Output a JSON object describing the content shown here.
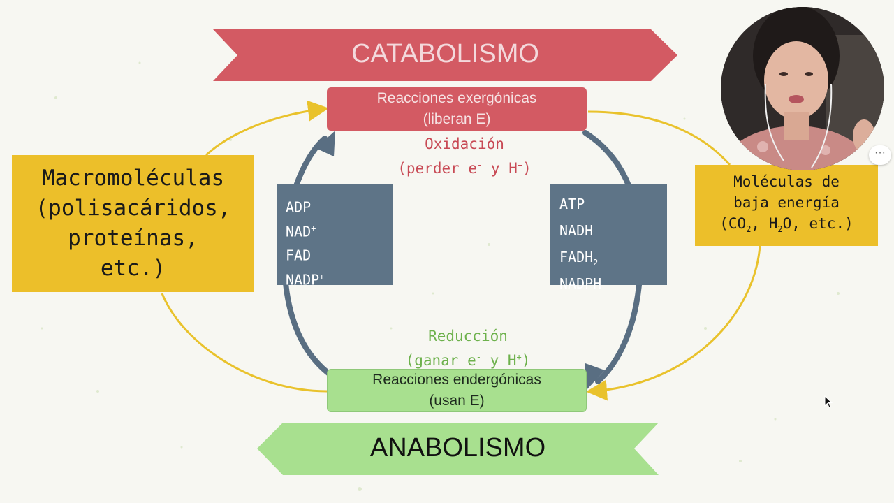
{
  "banners": {
    "catabolism": "CATABOLISMO",
    "anabolism": "ANABOLISMO"
  },
  "exergonic": {
    "line1": "Reacciones exergónicas",
    "line2": "(liberan E)"
  },
  "endergonic": {
    "line1": "Reacciones endergónicas",
    "line2": "(usan E)"
  },
  "oxidation": {
    "title": "Oxidación",
    "detail_prefix": "(perder e",
    "detail_mid": " y H",
    "detail_suffix": ")",
    "sup_minus": "-",
    "sup_plus": "+"
  },
  "reduction": {
    "title": "Reducción",
    "detail_prefix": "(ganar e",
    "detail_mid": " y H",
    "detail_suffix": ")",
    "sup_minus": "-",
    "sup_plus": "+"
  },
  "macromolecules": {
    "line1": "Macromoléculas",
    "line2": "(polisacáridos,",
    "line3": "proteínas,",
    "line4": "etc.)"
  },
  "low_energy": {
    "line1": "Moléculas de",
    "line2": "baja energía",
    "line3_a": "(CO",
    "line3_sub1": "2",
    "line3_b": ", H",
    "line3_sub2": "2",
    "line3_c": "O, etc.)"
  },
  "oxidized_carriers": [
    {
      "base": "ADP",
      "sup": ""
    },
    {
      "base": "NAD",
      "sup": "+"
    },
    {
      "base": "FAD",
      "sup": ""
    },
    {
      "base": "NADP",
      "sup": "+"
    }
  ],
  "reduced_carriers": [
    {
      "base": "ATP",
      "sub": ""
    },
    {
      "base": "NADH",
      "sub": ""
    },
    {
      "base": "FADH",
      "sub": "2"
    },
    {
      "base": "NADPH",
      "sub": ""
    }
  ],
  "more_button": "···",
  "colors": {
    "catabolism": "#d35a63",
    "anabolism": "#a8e08f",
    "macro": "#ecbf2a",
    "carrier": "#5e7487",
    "cycle_line": "#e9c22c",
    "arrow": "#596e82",
    "oxidation_text": "#c84a55",
    "reduction_text": "#6db14c"
  }
}
